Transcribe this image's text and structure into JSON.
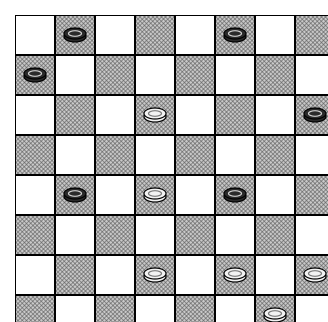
{
  "board": {
    "rows": 8,
    "cols": 8,
    "dark_square_color": "#c9c9c9",
    "light_square_color": "#ffffff",
    "grid_color": "#000000"
  },
  "pieces": [
    {
      "row": 0,
      "col": 1,
      "color": "black"
    },
    {
      "row": 0,
      "col": 5,
      "color": "black"
    },
    {
      "row": 1,
      "col": 0,
      "color": "black"
    },
    {
      "row": 2,
      "col": 3,
      "color": "white"
    },
    {
      "row": 2,
      "col": 7,
      "color": "black"
    },
    {
      "row": 4,
      "col": 1,
      "color": "black"
    },
    {
      "row": 4,
      "col": 3,
      "color": "white"
    },
    {
      "row": 4,
      "col": 5,
      "color": "black"
    },
    {
      "row": 6,
      "col": 3,
      "color": "white"
    },
    {
      "row": 6,
      "col": 5,
      "color": "white"
    },
    {
      "row": 6,
      "col": 7,
      "color": "white"
    },
    {
      "row": 7,
      "col": 6,
      "color": "white"
    }
  ],
  "piece_colors": {
    "black": {
      "fill": "#2a2a2a",
      "rim": "#000000",
      "ring": "#cfcfcf"
    },
    "white": {
      "fill": "#f2f2f2",
      "rim": "#000000",
      "ring": "#7a7a7a"
    }
  }
}
